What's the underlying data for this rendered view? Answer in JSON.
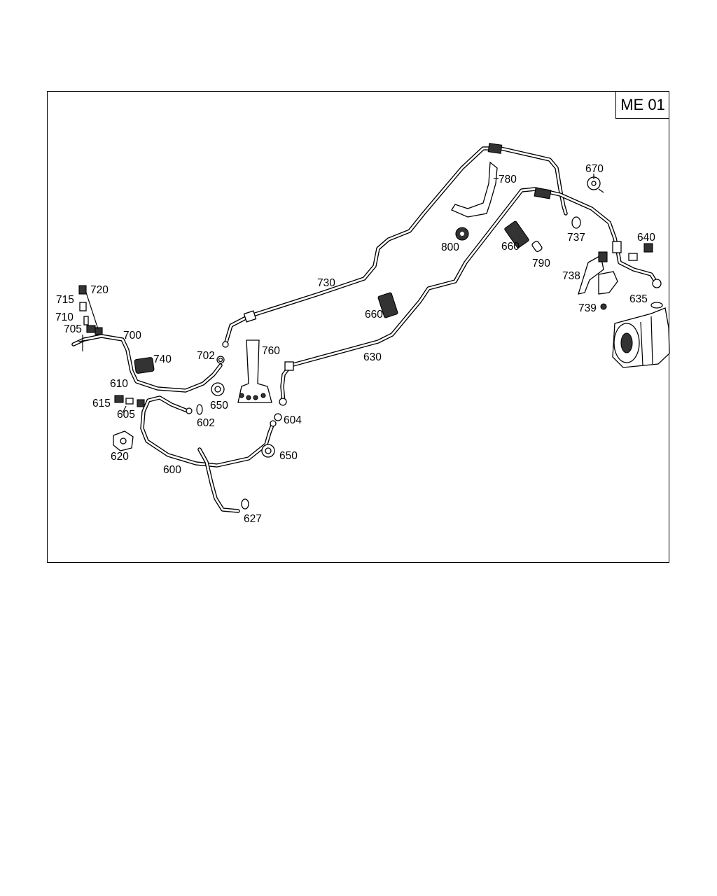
{
  "sheet_code": "ME 01",
  "callouts": {
    "p600": "600",
    "p602": "602",
    "p604": "604",
    "p605": "605",
    "p610": "610",
    "p615": "615",
    "p620": "620",
    "p627": "627",
    "p630": "630",
    "p635": "635",
    "p640": "640",
    "p650a": "650",
    "p650b": "650",
    "p660a": "660",
    "p660b": "660",
    "p670": "670",
    "p700": "700",
    "p702": "702",
    "p705": "705",
    "p710": "710",
    "p715": "715",
    "p720": "720",
    "p730": "730",
    "p737": "737",
    "p738": "738",
    "p739": "739",
    "p740": "740",
    "p760": "760",
    "p780": "780",
    "p790": "790",
    "p800": "800"
  }
}
